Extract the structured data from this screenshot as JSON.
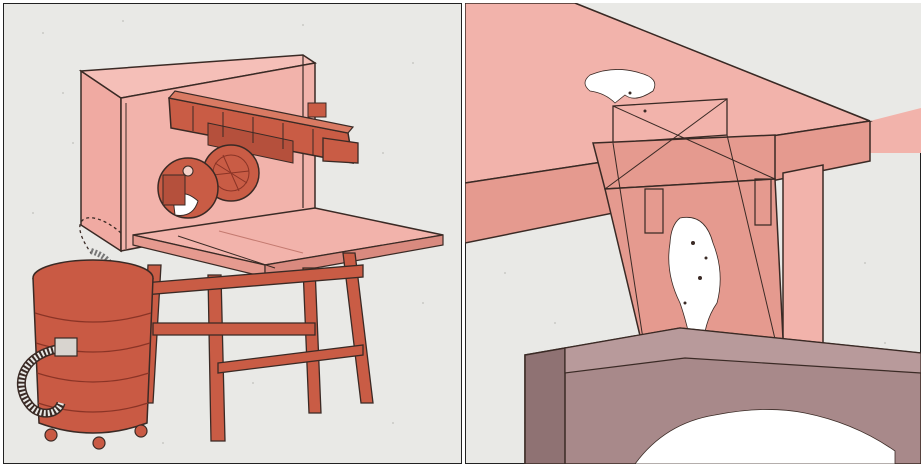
{
  "figure": {
    "panels": [
      {
        "id": "left",
        "subject": "radial-arm-saw-with-hood-and-shop-vacuum"
      },
      {
        "id": "right",
        "subject": "bench-dust-chute-into-bin"
      }
    ],
    "colors": {
      "background": "#e9e9e6",
      "speckle": "#c9c9c6",
      "hood_pink": "#f2b3ab",
      "hood_pink_dark": "#e59a8f",
      "saw_red": "#c95c45",
      "saw_red_dark": "#8a3426",
      "vacuum_red": "#c95a44",
      "bin_mauve": "#a8898a",
      "bin_mauve_dark": "#8f7273",
      "outline": "#3a2a25",
      "sawdust": "#ffffff"
    }
  }
}
